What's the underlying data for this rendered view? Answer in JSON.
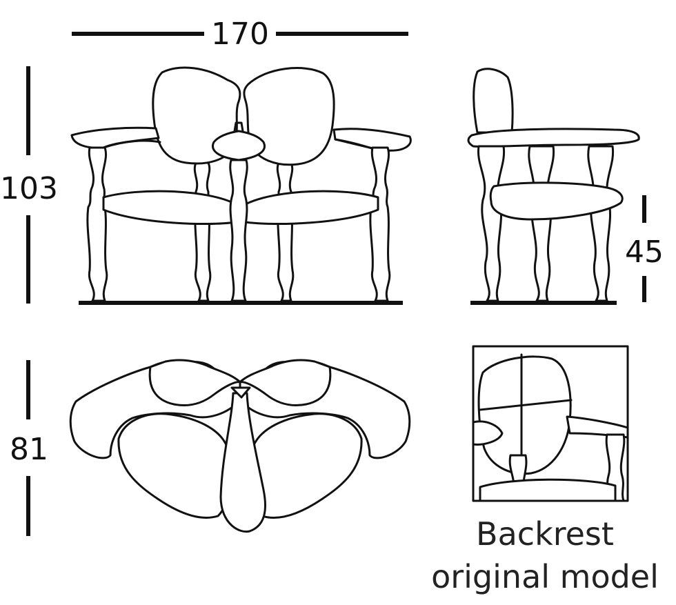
{
  "dimensions": {
    "width": "170",
    "height": "103",
    "seat_height": "45",
    "depth": "81"
  },
  "caption": {
    "line1": "Backrest",
    "line2": "original model"
  }
}
